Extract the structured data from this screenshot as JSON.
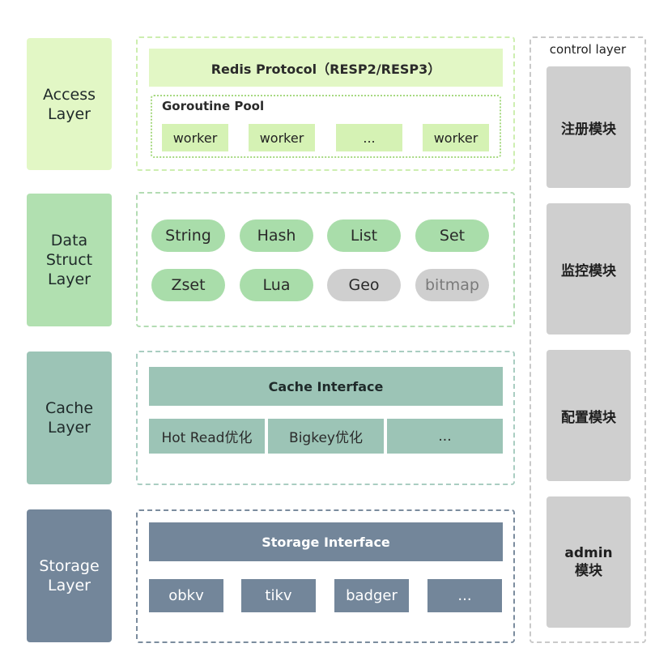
{
  "colors": {
    "access": "#e2f7c5",
    "access_inner": "#d5f2b4",
    "access_border": "#bfe79a",
    "data": "#b1e0b0",
    "data_pill": "#a9ddaa",
    "data_border": "#aed8ae",
    "gray_pill": "#cfcfcf",
    "cache": "#9cc4b6",
    "cache_border": "#a9cdc1",
    "storage": "#73869a",
    "storage_border": "#7b8c9e",
    "control_border": "#c9c9c9",
    "control_module": "#cfcfcf"
  },
  "layers": {
    "access": {
      "label": [
        "Access",
        "Layer"
      ]
    },
    "data": {
      "label": [
        "Data",
        "Struct",
        "Layer"
      ]
    },
    "cache": {
      "label": [
        "Cache",
        "Layer"
      ]
    },
    "storage": {
      "label": [
        "Storage",
        "Layer"
      ]
    }
  },
  "access": {
    "protocol": "Redis Protocol（RESP2/RESP3）",
    "pool_title": "Goroutine Pool",
    "workers": [
      "worker",
      "worker",
      "...",
      "worker"
    ]
  },
  "data_struct": {
    "row1": [
      "String",
      "Hash",
      "List",
      "Set"
    ],
    "row2": [
      "Zset",
      "Lua",
      "Geo",
      "bitmap"
    ]
  },
  "cache": {
    "interface": "Cache Interface",
    "items": [
      "Hot Read优化",
      "Bigkey优化",
      "..."
    ]
  },
  "storage": {
    "interface": "Storage Interface",
    "items": [
      "obkv",
      "tikv",
      "badger",
      "..."
    ]
  },
  "control": {
    "title": "control layer",
    "modules": [
      "注册模块",
      "监控模块",
      "配置模块"
    ],
    "admin": [
      "admin",
      "模块"
    ]
  }
}
